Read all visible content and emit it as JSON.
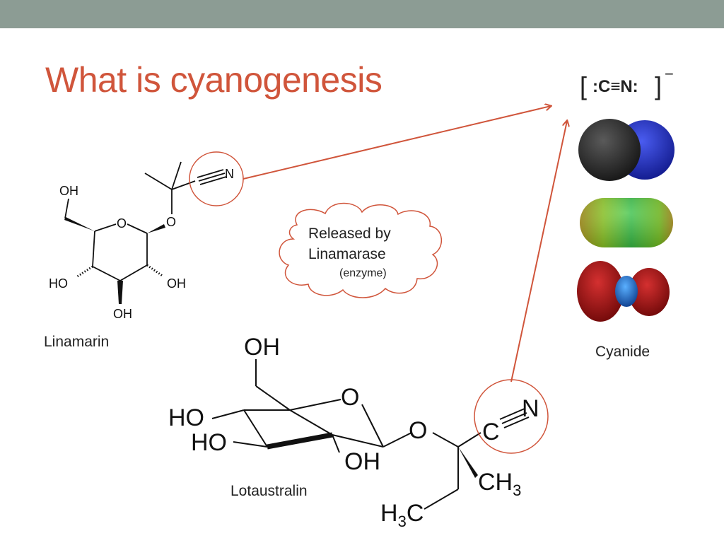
{
  "slide": {
    "title": "What is cyanogenesis",
    "accent_color": "#d0553b",
    "topbar_color": "#8c9c94"
  },
  "molecules": {
    "linamarin": {
      "name": "Linamarin",
      "atoms": {
        "oh_top": "OH",
        "ring_o": "O",
        "glyco_o": "O",
        "nitrile_n": "N",
        "ho_left": "HO",
        "oh_right": "OH",
        "oh_bottom": "OH"
      }
    },
    "lotaustralin": {
      "name": "Lotaustralin",
      "atoms": {
        "oh_top": "OH",
        "ring_o": "O",
        "glyco_o": "O",
        "ho_1": "HO",
        "ho_2": "HO",
        "oh_bottom": "OH",
        "nitrile_c": "C",
        "nitrile_n": "N",
        "ch3": "CH",
        "ch3_sub": "3",
        "h3c_h": "H",
        "h3c_sub": "3",
        "h3c_c": "C"
      }
    }
  },
  "enzyme_bubble": {
    "line1": "Released by",
    "line2": "Linamarase",
    "line3": "(enzyme)"
  },
  "cyanide": {
    "label": "Cyanide",
    "lewis": {
      "bracket_left": "[",
      "formula": ":C≡N:",
      "bracket_right": "]",
      "charge": "−"
    },
    "colors": {
      "carbon": "#2b2b2b",
      "nitrogen": "#2533b8"
    }
  }
}
